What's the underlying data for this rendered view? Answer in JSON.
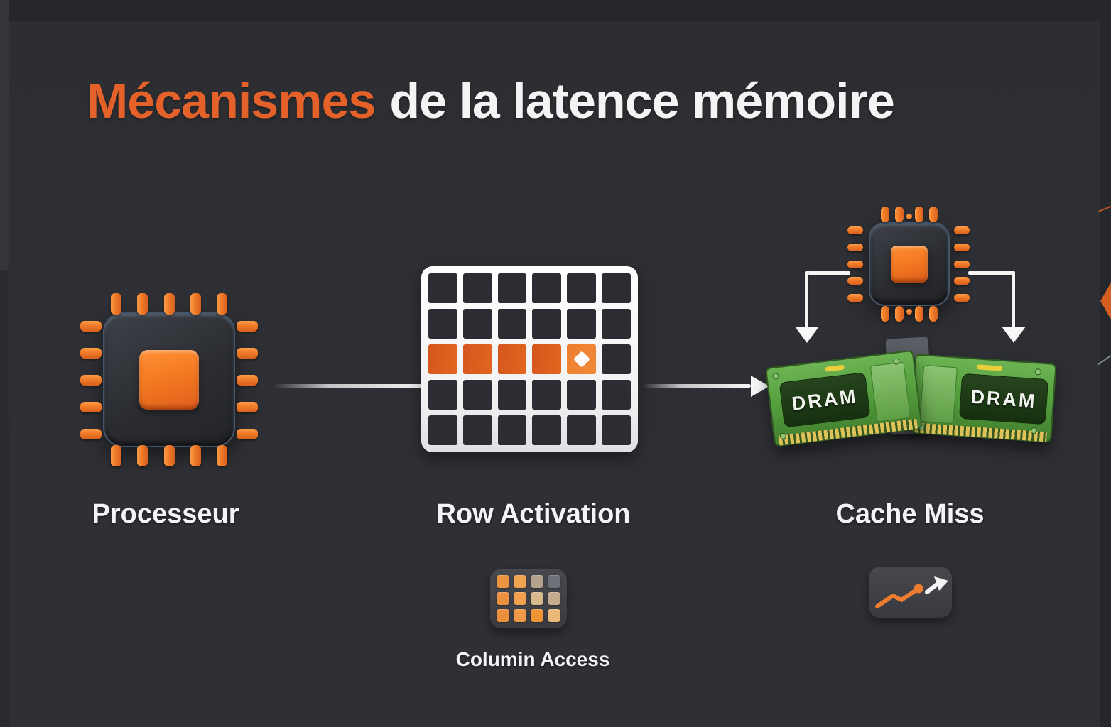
{
  "title": {
    "highlight": "Mécanismes",
    "rest": "de la latence mémoire"
  },
  "stages": [
    {
      "id": "processor",
      "label": "Processeur"
    },
    {
      "id": "row-activation",
      "label": "Row Activation"
    },
    {
      "id": "cache-miss",
      "label": "Cache Miss"
    }
  ],
  "column_access": {
    "label": "Columin Access"
  },
  "dram": {
    "label": "DRAM",
    "module_count": 2
  },
  "memory_grid": {
    "cols": 6,
    "rows": 5,
    "active_row_index": 2,
    "active_cell_count": 5,
    "diamond_col_index": 4
  },
  "colors": {
    "background": "#2e2f34",
    "accent_orange": "#e4622a",
    "text_white": "#f4f4f5",
    "grid_frame_white": "#f2f2f2",
    "grid_cell_dark": "#2b2d33",
    "active_cell_orange": "#e2661f",
    "dram_green": "#55a03e",
    "dram_label_bg": "#1d3414",
    "pin_gold": "#dcc258"
  },
  "column_access_palette": [
    "#ed9440",
    "#f2a352",
    "#b3a28c",
    "#6e7077",
    "#ec9040",
    "#f2a04c",
    "#d9b98d",
    "#c4ab8d",
    "#ea8f3c",
    "#f09a45",
    "#ef9434",
    "#eab878"
  ]
}
